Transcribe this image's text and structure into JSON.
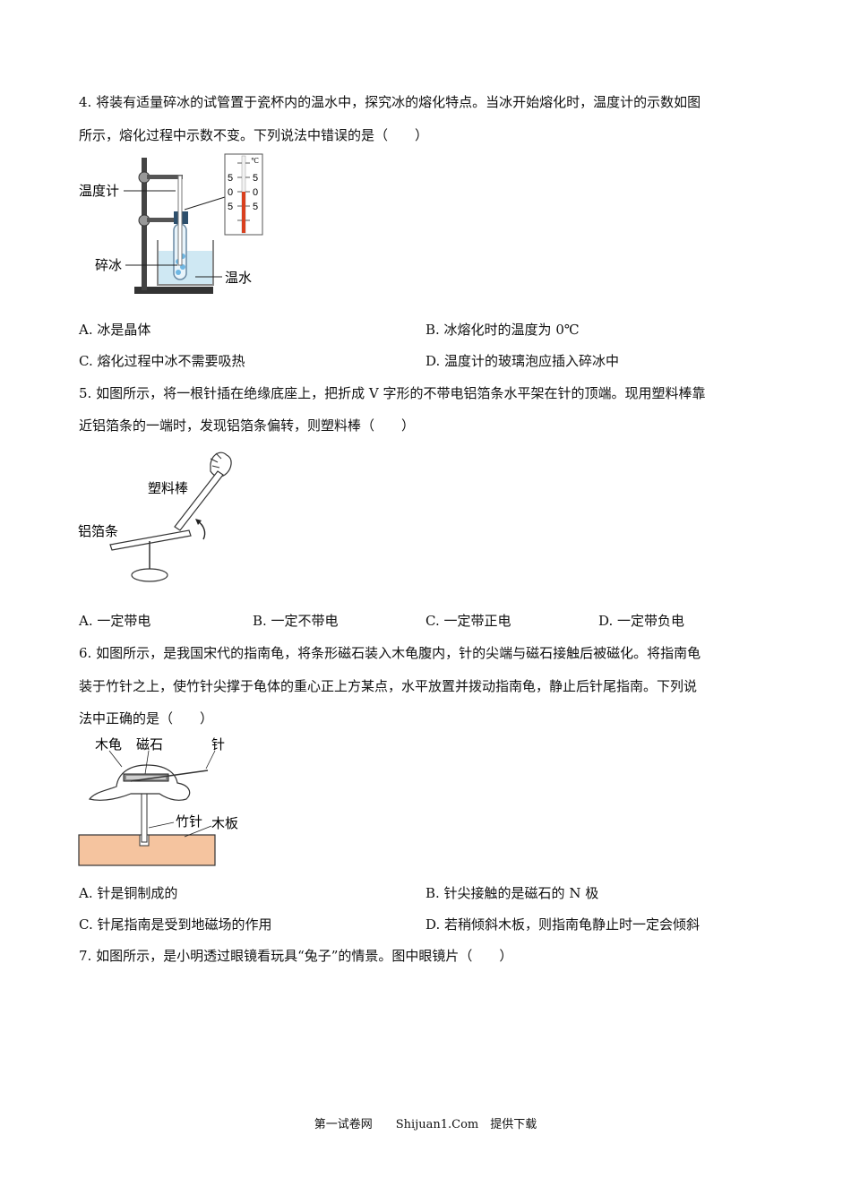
{
  "q4": {
    "line1": "4. 将装有适量碎冰的试管置于瓷杯内的温水中，探究冰的熔化特点。当冰开始熔化时，温度计的示数如图",
    "line2": "所示，熔化过程中示数不变。下列说法中错误的是（　　）",
    "fig": {
      "thermometer_label": "温度计",
      "ice_label": "碎冰",
      "water_label": "温水",
      "unit": "℃",
      "scale_left": [
        "5",
        "0",
        "5"
      ],
      "scale_right": [
        "5",
        "0",
        "5"
      ]
    },
    "options": {
      "A": "A. 冰是晶体",
      "B": "B. 冰熔化时的温度为 0℃",
      "C": "C. 熔化过程中冰不需要吸热",
      "D": "D. 温度计的玻璃泡应插入碎冰中"
    }
  },
  "q5": {
    "line1": "5. 如图所示，将一根针插在绝缘底座上，把折成 V 字形的不带电铝箔条水平架在针的顶端。现用塑料棒靠",
    "line2": "近铝箔条的一端时，发现铝箔条偏转，则塑料棒（　　）",
    "fig": {
      "rod_label": "塑料棒",
      "foil_label": "铝箔条"
    },
    "options": {
      "A": "A. 一定带电",
      "B": "B. 一定不带电",
      "C": "C. 一定带正电",
      "D": "D. 一定带负电"
    }
  },
  "q6": {
    "line1": "6. 如图所示，是我国宋代的指南龟，将条形磁石装入木龟腹内，针的尖端与磁石接触后被磁化。将指南龟",
    "line2": "装于竹针之上，使竹针尖撑于龟体的重心正上方某点，水平放置并拨动指南龟，静止后针尾指南。下列说",
    "line3": "法中正确的是（　　）",
    "fig": {
      "turtle_label": "木龟",
      "magnet_label": "磁石",
      "needle_label": "针",
      "bamboo_label": "竹针",
      "board_label": "木板"
    },
    "options": {
      "A": "A. 针是铜制成的",
      "B": "B. 针尖接触的是磁石的 N 极",
      "C": "C. 针尾指南是受到地磁场的作用",
      "D": "D. 若稍倾斜木板，则指南龟静止时一定会倾斜"
    }
  },
  "q7": {
    "line1": "7. 如图所示，是小明透过眼镜看玩具“兔子”的情景。图中眼镜片（　　）"
  },
  "footer": {
    "text": "第一试卷网　　Shijuan1.Com　提供下载"
  },
  "colors": {
    "board_fill": "#f5c49f",
    "water_fill": "#cfe8f3",
    "mercury": "#d9401f"
  }
}
